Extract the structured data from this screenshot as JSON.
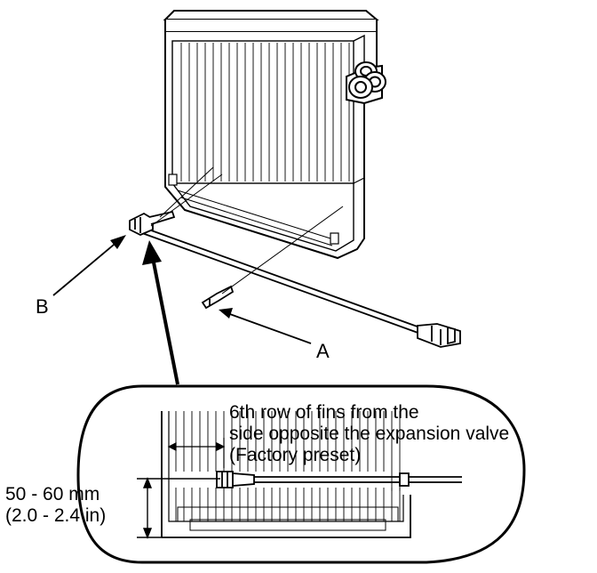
{
  "labels": {
    "a": "A",
    "b": "B"
  },
  "detail": {
    "note_line1": "6th row of fins from the",
    "note_line2": "side opposite the expansion valve",
    "note_line3": "(Factory preset)",
    "dim_line1": "50 - 60 mm",
    "dim_line2": "(2.0 - 2.4 in)"
  }
}
